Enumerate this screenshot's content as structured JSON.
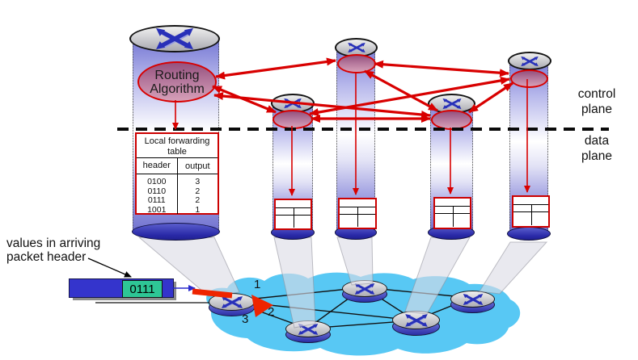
{
  "plane_labels": {
    "control": "control plane",
    "data": "data plane"
  },
  "routing_algorithm_label": "Routing Algorithm",
  "forwarding_table": {
    "title": "Local forwarding table",
    "columns": [
      "header",
      "output"
    ],
    "rows": [
      [
        "0100",
        "3"
      ],
      [
        "0110",
        "2"
      ],
      [
        "0111",
        "2"
      ],
      [
        "1001",
        "1"
      ]
    ]
  },
  "packet": {
    "header_value": "0111"
  },
  "packet_annotation": "values in arriving packet header",
  "ports": [
    "1",
    "2",
    "3"
  ],
  "icons": {
    "router": "router-crossed-arrows-icon"
  },
  "colors": {
    "cloud_blue": "#58c8f4",
    "mesh_arrow_red": "#d80000",
    "packet_arrow_red": "#ee2400",
    "router_x_blue": "#2830b8",
    "packet_green": "#2ec695",
    "packet_blue": "#3434cc"
  }
}
